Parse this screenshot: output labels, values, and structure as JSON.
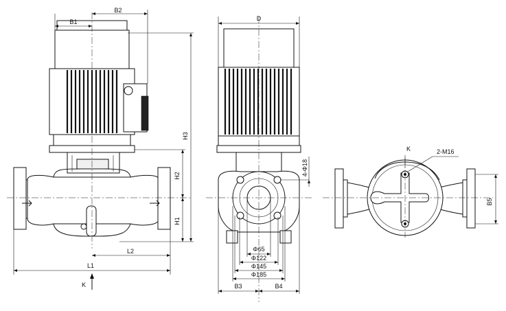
{
  "drawing": {
    "dimensions": {
      "B1": "B1",
      "B2": "B2",
      "D": "D",
      "H1": "H1",
      "H2": "H2",
      "H3": "H3",
      "L1": "L1",
      "L2": "L2",
      "B3": "B3",
      "B4": "B4",
      "B5": "B5",
      "bolt_holes": "4-Φ18",
      "d65": "Φ65",
      "d122": "Φ122",
      "d145": "Φ145",
      "d185": "Φ185",
      "tapped_holes": "2-M16"
    },
    "view_markers": {
      "k_front": "K",
      "k_bottom": "K"
    }
  }
}
